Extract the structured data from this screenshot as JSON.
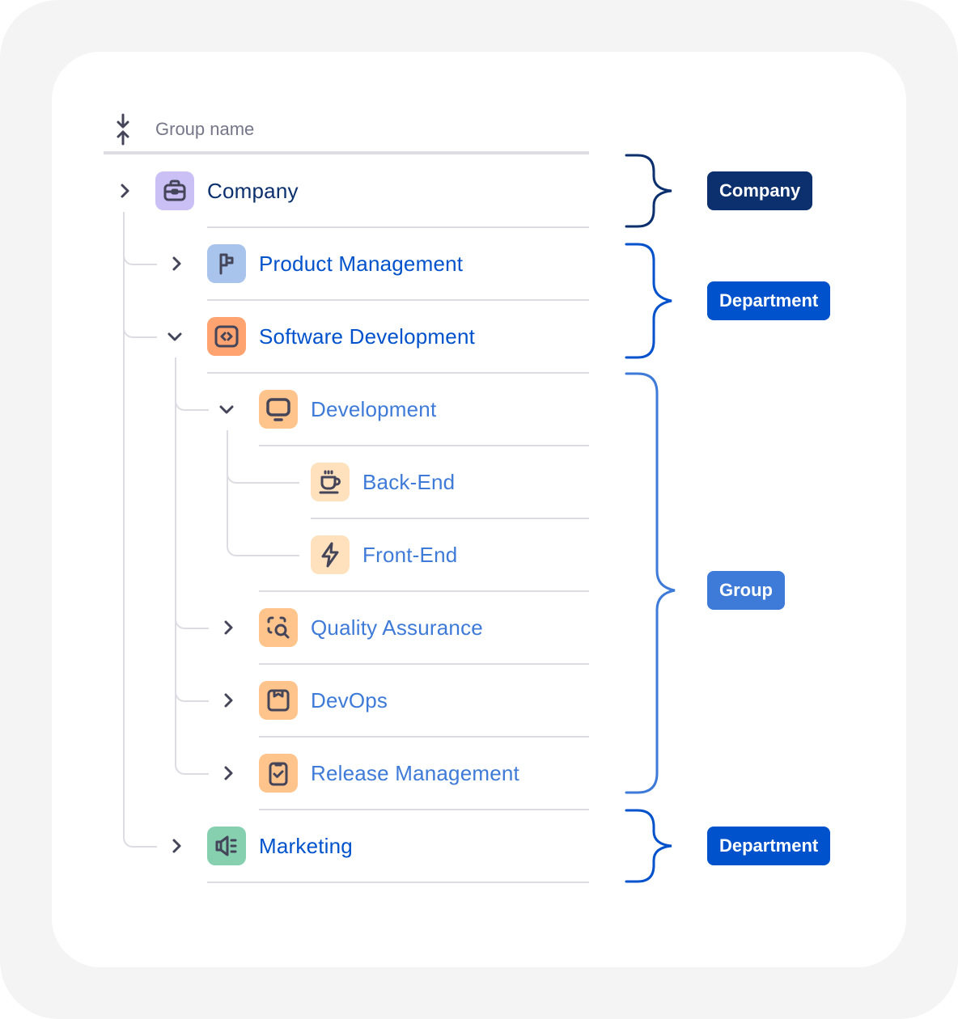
{
  "header": {
    "collapse_icon": "collapse-vertical-icon",
    "column_label": "Group name"
  },
  "tree": {
    "rows": [
      {
        "label": "Company",
        "level": 0,
        "expanded": false,
        "icon": "briefcase-icon",
        "icon_bg": "#cbc0f5"
      },
      {
        "label": "Product Management",
        "level": 1,
        "expanded": false,
        "icon": "flag-icon",
        "icon_bg": "#a8c4ec"
      },
      {
        "label": "Software Development",
        "level": 1,
        "expanded": true,
        "icon": "code-icon",
        "icon_bg": "#ffa370"
      },
      {
        "label": "Development",
        "level": 2,
        "expanded": true,
        "icon": "monitor-icon",
        "icon_bg": "#ffc48c"
      },
      {
        "label": "Back-End",
        "level": 3,
        "icon": "coffee-icon",
        "icon_bg": "#ffe2bd"
      },
      {
        "label": "Front-End",
        "level": 3,
        "icon": "lightning-icon",
        "icon_bg": "#ffe2bd"
      },
      {
        "label": "Quality Assurance",
        "level": 2,
        "expanded": false,
        "icon": "scan-search-icon",
        "icon_bg": "#ffc48c"
      },
      {
        "label": "DevOps",
        "level": 2,
        "expanded": false,
        "icon": "package-icon",
        "icon_bg": "#ffc48c"
      },
      {
        "label": "Release Management",
        "level": 2,
        "expanded": false,
        "icon": "clipboard-check-icon",
        "icon_bg": "#ffc48c"
      },
      {
        "label": "Marketing",
        "level": 1,
        "expanded": false,
        "icon": "megaphone-icon",
        "icon_bg": "#86d0b0"
      }
    ]
  },
  "legend": {
    "badges": [
      {
        "label": "Company",
        "color": "#0c2f6e"
      },
      {
        "label": "Department",
        "color": "#0052cc"
      },
      {
        "label": "Group",
        "color": "#3e7ad8"
      },
      {
        "label": "Department",
        "color": "#0052cc"
      }
    ]
  },
  "colors": {
    "company": "#0c2f6e",
    "department": "#0052cc",
    "group": "#3e7ad8",
    "icon_stroke": "#45455a",
    "divider": "#dcdce2"
  }
}
